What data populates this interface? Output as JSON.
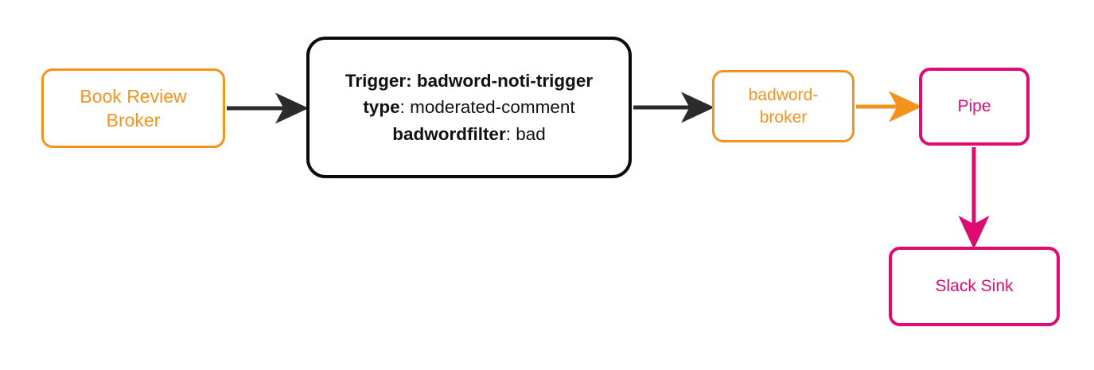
{
  "diagram": {
    "type": "flow-diagram",
    "background": "#ffffff",
    "colors": {
      "broker": "#F2931D",
      "pipe": "#DD0C73",
      "trigger": "#0a0a0a",
      "arrow_dark": "#2b2b2b",
      "arrow_orange": "#F2931D",
      "arrow_pink": "#DD0C73"
    },
    "nodes": {
      "book_review_broker": {
        "label_line1": "Book Review",
        "label_line2": "Broker",
        "shape": "rounded-rectangle",
        "color": "#F2931D"
      },
      "trigger": {
        "line1_bold": "Trigger: badword-noti-trigger",
        "line2_key": "type",
        "line2_value": ": moderated-comment",
        "line3_key": "badwordfilter",
        "line3_value": ": bad",
        "shape": "rounded-rectangle",
        "color": "#0a0a0a"
      },
      "badword_broker": {
        "label_line1": "badword-",
        "label_line2": "broker",
        "shape": "rounded-rectangle",
        "color": "#F2931D"
      },
      "pipe": {
        "label": "Pipe",
        "shape": "rounded-rectangle",
        "color": "#DD0C73"
      },
      "slack_sink": {
        "label": "Slack Sink",
        "shape": "rounded-rectangle",
        "color": "#DD0C73"
      }
    },
    "edges": [
      {
        "id": "edge-broker-to-trigger",
        "from": "book_review_broker",
        "to": "trigger",
        "color": "#2b2b2b",
        "direction": "right"
      },
      {
        "id": "edge-trigger-to-badword-broker",
        "from": "trigger",
        "to": "badword_broker",
        "color": "#2b2b2b",
        "direction": "right"
      },
      {
        "id": "edge-badword-broker-to-pipe",
        "from": "badword_broker",
        "to": "pipe",
        "color": "#F2931D",
        "direction": "right"
      },
      {
        "id": "edge-pipe-to-slack-sink",
        "from": "pipe",
        "to": "slack_sink",
        "color": "#DD0C73",
        "direction": "down"
      }
    ]
  }
}
